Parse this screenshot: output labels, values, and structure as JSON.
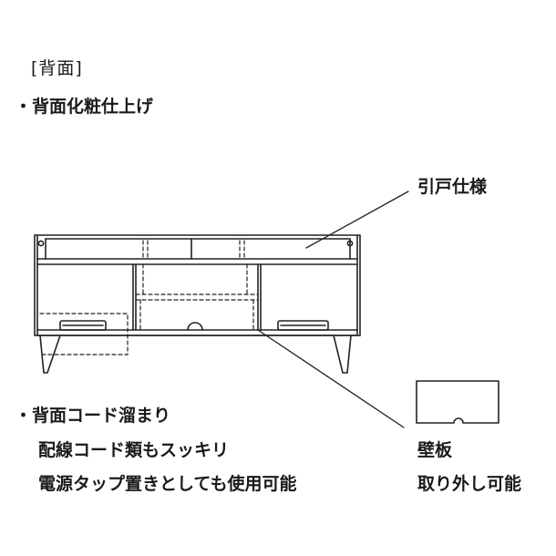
{
  "section_title": "[背面]",
  "finish_note": "・背面化粧仕上げ",
  "sliding_door_label": "引戸仕様",
  "cord_storage": {
    "heading": "・背面コード溜まり",
    "line2": "配線コード類もスッキリ",
    "line3": "電源タップ置きとしても使用可能"
  },
  "back_panel": {
    "line1": "壁板",
    "line2": "取り外し可能"
  }
}
